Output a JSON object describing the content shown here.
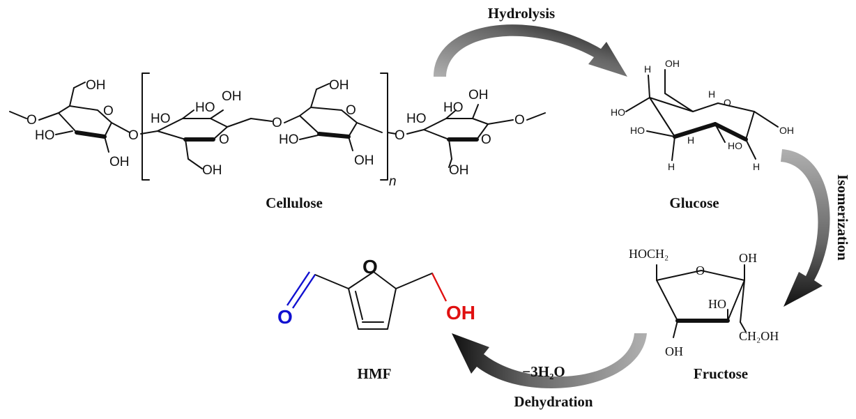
{
  "labels": {
    "cellulose": "Cellulose",
    "glucose": "Glucose",
    "fructose": "Fructose",
    "hmf": "HMF"
  },
  "reactions": {
    "hydrolysis": "Hydrolysis",
    "isomerization": "Isomerization",
    "dehydration": "Dehydration",
    "water_loss": "−3H₂O"
  },
  "cellulose_atoms": {
    "oh": "OH",
    "ho": "HO",
    "o": "O",
    "n": "n"
  },
  "glucose_atoms": {
    "h": "H",
    "oh": "OH",
    "ho": "HO",
    "o": "O"
  },
  "fructose_atoms": {
    "hoch2": "HOCH₂",
    "oh": "OH",
    "ho": "HO",
    "ch2oh": "CH₂OH",
    "o": "O"
  },
  "hmf_atoms": {
    "o_ring": "O",
    "o_aldehyde": "O",
    "oh": "OH"
  },
  "colors": {
    "aldehyde_o": "#1010d0",
    "hydroxyl": "#e01010",
    "arrow_dark": "#111111",
    "arrow_light": "#a8a8a8"
  }
}
